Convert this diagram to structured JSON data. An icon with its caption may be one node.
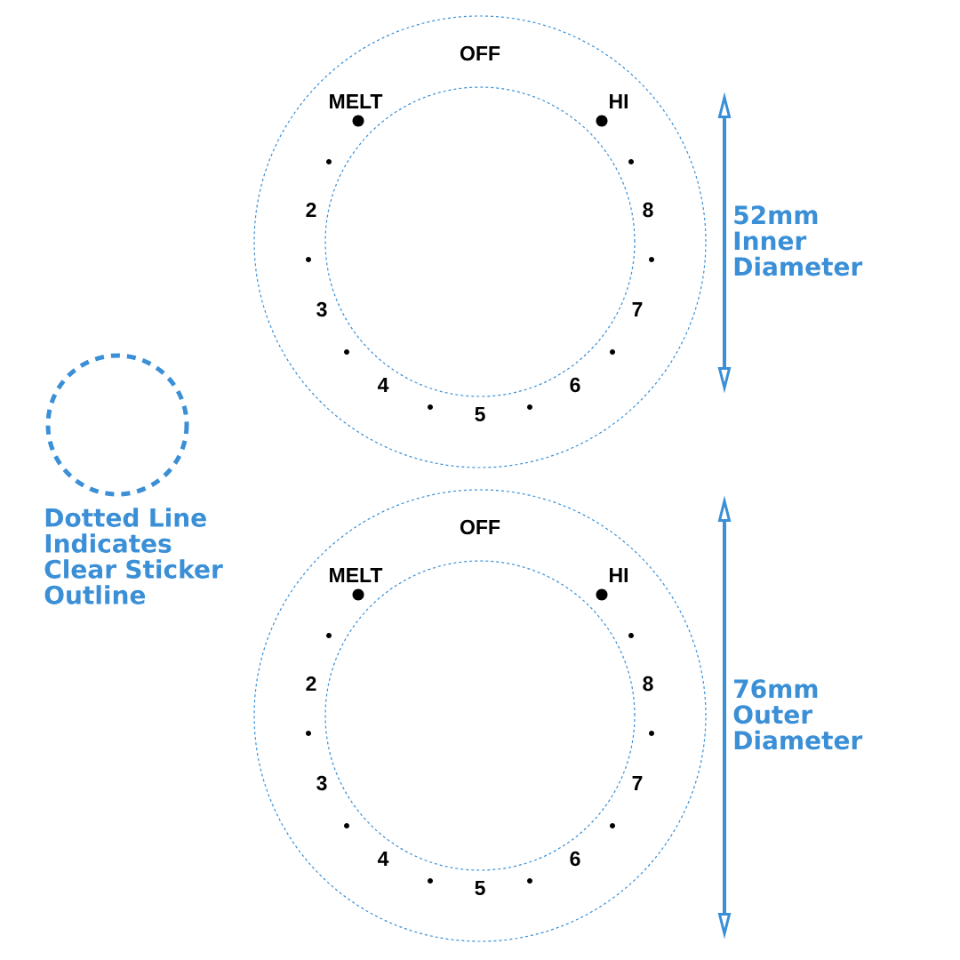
{
  "diagram": {
    "nodes": [
      {
        "text": [
          "OFF",
          "MELT",
          "HI",
          "2",
          "8",
          "3",
          "7",
          "4",
          "6",
          "5"
        ]
      },
      {
        "text": [],
        "shape": "circle",
        "in": 0
      },
      {
        "text": [
          "OFF",
          "MELT",
          "HI",
          "2",
          "8",
          "3",
          "7",
          "4",
          "6",
          "5"
        ]
      },
      {
        "text": [],
        "shape": "circle",
        "in": 2
      }
    ],
    "labels": [
      "52mm Inner Diameter",
      "76mm Outer Diameter"
    ],
    "legend": [
      {
        "text": "Dotted Line Indicates Clear Sticker Outline"
      }
    ]
  }
}
